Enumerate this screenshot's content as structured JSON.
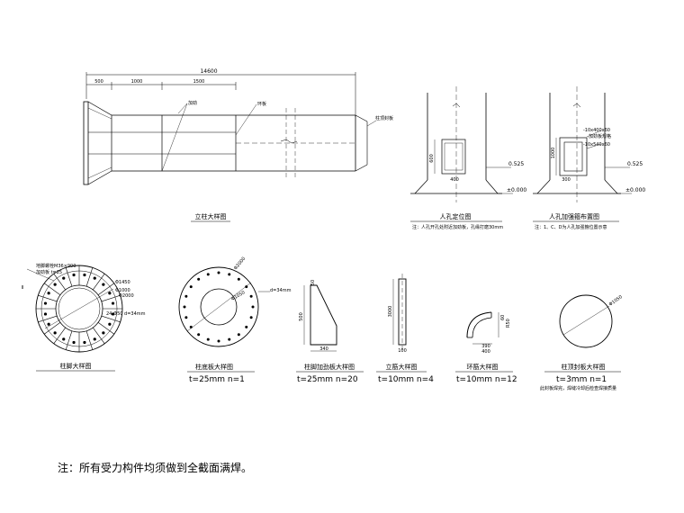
{
  "column_detail": {
    "title": "立柱大样图",
    "total_dim": "14600",
    "seg_dims": [
      "500",
      "1000",
      "1500"
    ],
    "callout_a": "加劲",
    "callout_b": "环板",
    "callout_c": "柱顶封板"
  },
  "manhole_position": {
    "title": "人孔定位图",
    "note": "注：人孔开孔处附近加劲板，孔缘打磨30mm",
    "dim_height": "600",
    "dim_width": "400",
    "elev_top": "0.525",
    "elev_bottom": "±0.000"
  },
  "manhole_reinforce": {
    "title": "人孔加强箍布置图",
    "note": "注：1、C、D为人孔加强箍位置示意",
    "callout_a": "-10x400x60",
    "callout_b": "-10x540x60",
    "callout_c": "加劲板规格",
    "dim_height": "1000",
    "dim_width": "300",
    "elev_top": "0.525",
    "elev_bottom": "±0.000"
  },
  "base_detail": {
    "title": "柱脚大样图",
    "labels": [
      "地脚螺栓M36×900",
      "Φ1450",
      "Φ1000",
      "Ⅱ",
      "加劲板 t=25"
    ],
    "dia_outer": "Φ2000",
    "bolt_text": "24-Φ50 d=34mm"
  },
  "base_plate": {
    "title": "柱底板大样图",
    "spec": "t=25mm  n=1",
    "dia_a": "Φ2000",
    "dia_b": "Φ1050",
    "hole_text": "d=34mm"
  },
  "stiffener": {
    "title": "柱脚加劲板大样图",
    "spec": "t=25mm  n=20",
    "dim_top": "50",
    "dim_height": "500",
    "dim_base": "340"
  },
  "rib_plate": {
    "title": "立筋大样图",
    "spec": "t=10mm  n=4",
    "dim_len": "3000",
    "dim_w": "100"
  },
  "ring_stiffener": {
    "title": "环筋大样图",
    "spec": "t=10mm  n=12",
    "dims": [
      "60",
      "R50",
      "390",
      "400"
    ]
  },
  "top_cap": {
    "title": "柱顶封板大样图",
    "spec": "t=3mm  n=1",
    "dia": "Φ1050",
    "note": "此封板焊完，焊缝冷却后检查焊接质量"
  },
  "general_note": "注：所有受力构件均须做到全截面满焊。"
}
